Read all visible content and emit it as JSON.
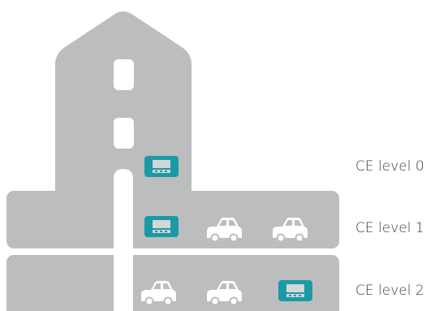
{
  "levels": [
    {
      "label": "CE level 0"
    },
    {
      "label": "CE level 1"
    },
    {
      "label": "CE level 2"
    }
  ],
  "colors": {
    "building": "#bcbdbf",
    "window": "#ffffff",
    "car": "#ffffff",
    "device": "#1b9aa5",
    "device_screen": "#d4d6d8",
    "label": "#3a3a3a"
  },
  "icons": {
    "car": "car-icon",
    "device": "charging-device-icon",
    "window": "window-shape"
  }
}
